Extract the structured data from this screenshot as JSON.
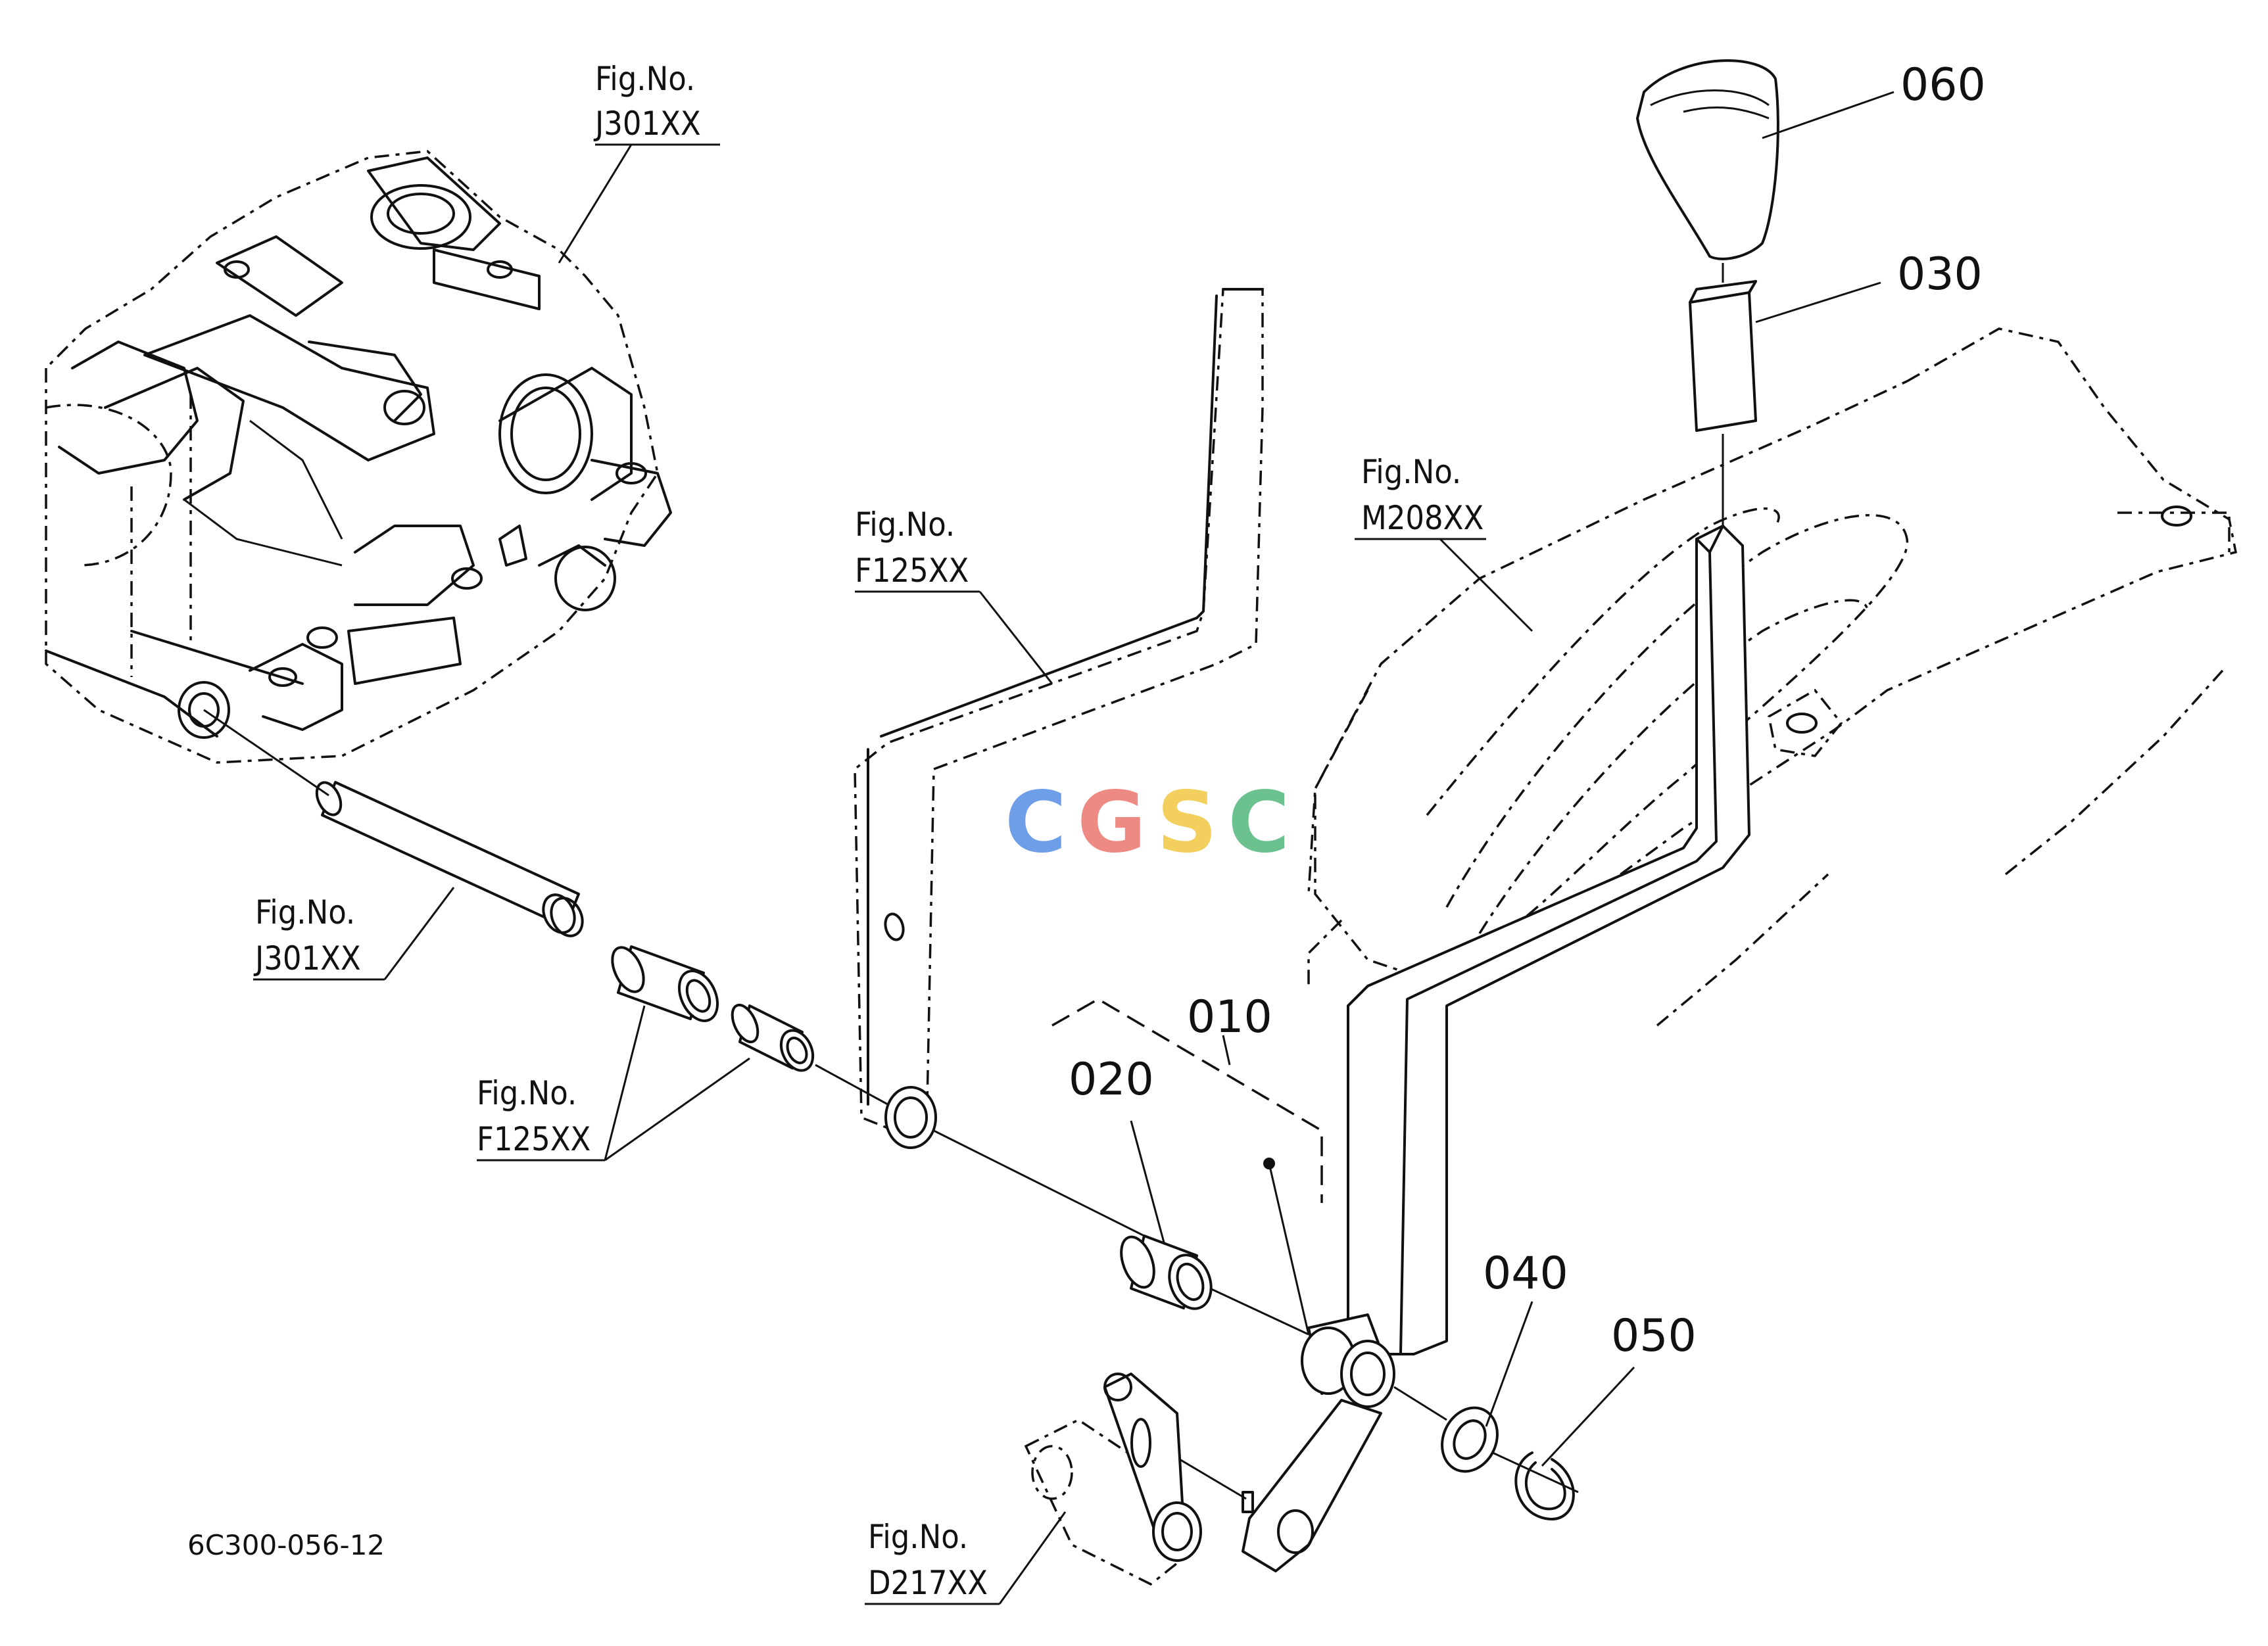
{
  "figure_refs": [
    {
      "id": "ref-j301-top",
      "line1": "Fig.No.",
      "line2": "J301XX"
    },
    {
      "id": "ref-f125-arm",
      "line1": "Fig.No.",
      "line2": "F125XX"
    },
    {
      "id": "ref-m208",
      "line1": "Fig.No.",
      "line2": "M208XX"
    },
    {
      "id": "ref-j301-shaft",
      "line1": "Fig.No.",
      "line2": "J301XX"
    },
    {
      "id": "ref-f125-bush",
      "line1": "Fig.No.",
      "line2": "F125XX"
    },
    {
      "id": "ref-d217",
      "line1": "Fig.No.",
      "line2": "D217XX"
    }
  ],
  "part_numbers": {
    "p010": "010",
    "p020": "020",
    "p030": "030",
    "p040": "040",
    "p050": "050",
    "p060": "060"
  },
  "drawing_code": "6C300-056-12",
  "watermark": {
    "text": "CGSC",
    "colors": [
      "#6f9ee8",
      "#ee8a84",
      "#f3cf5e",
      "#6cc28f"
    ]
  }
}
